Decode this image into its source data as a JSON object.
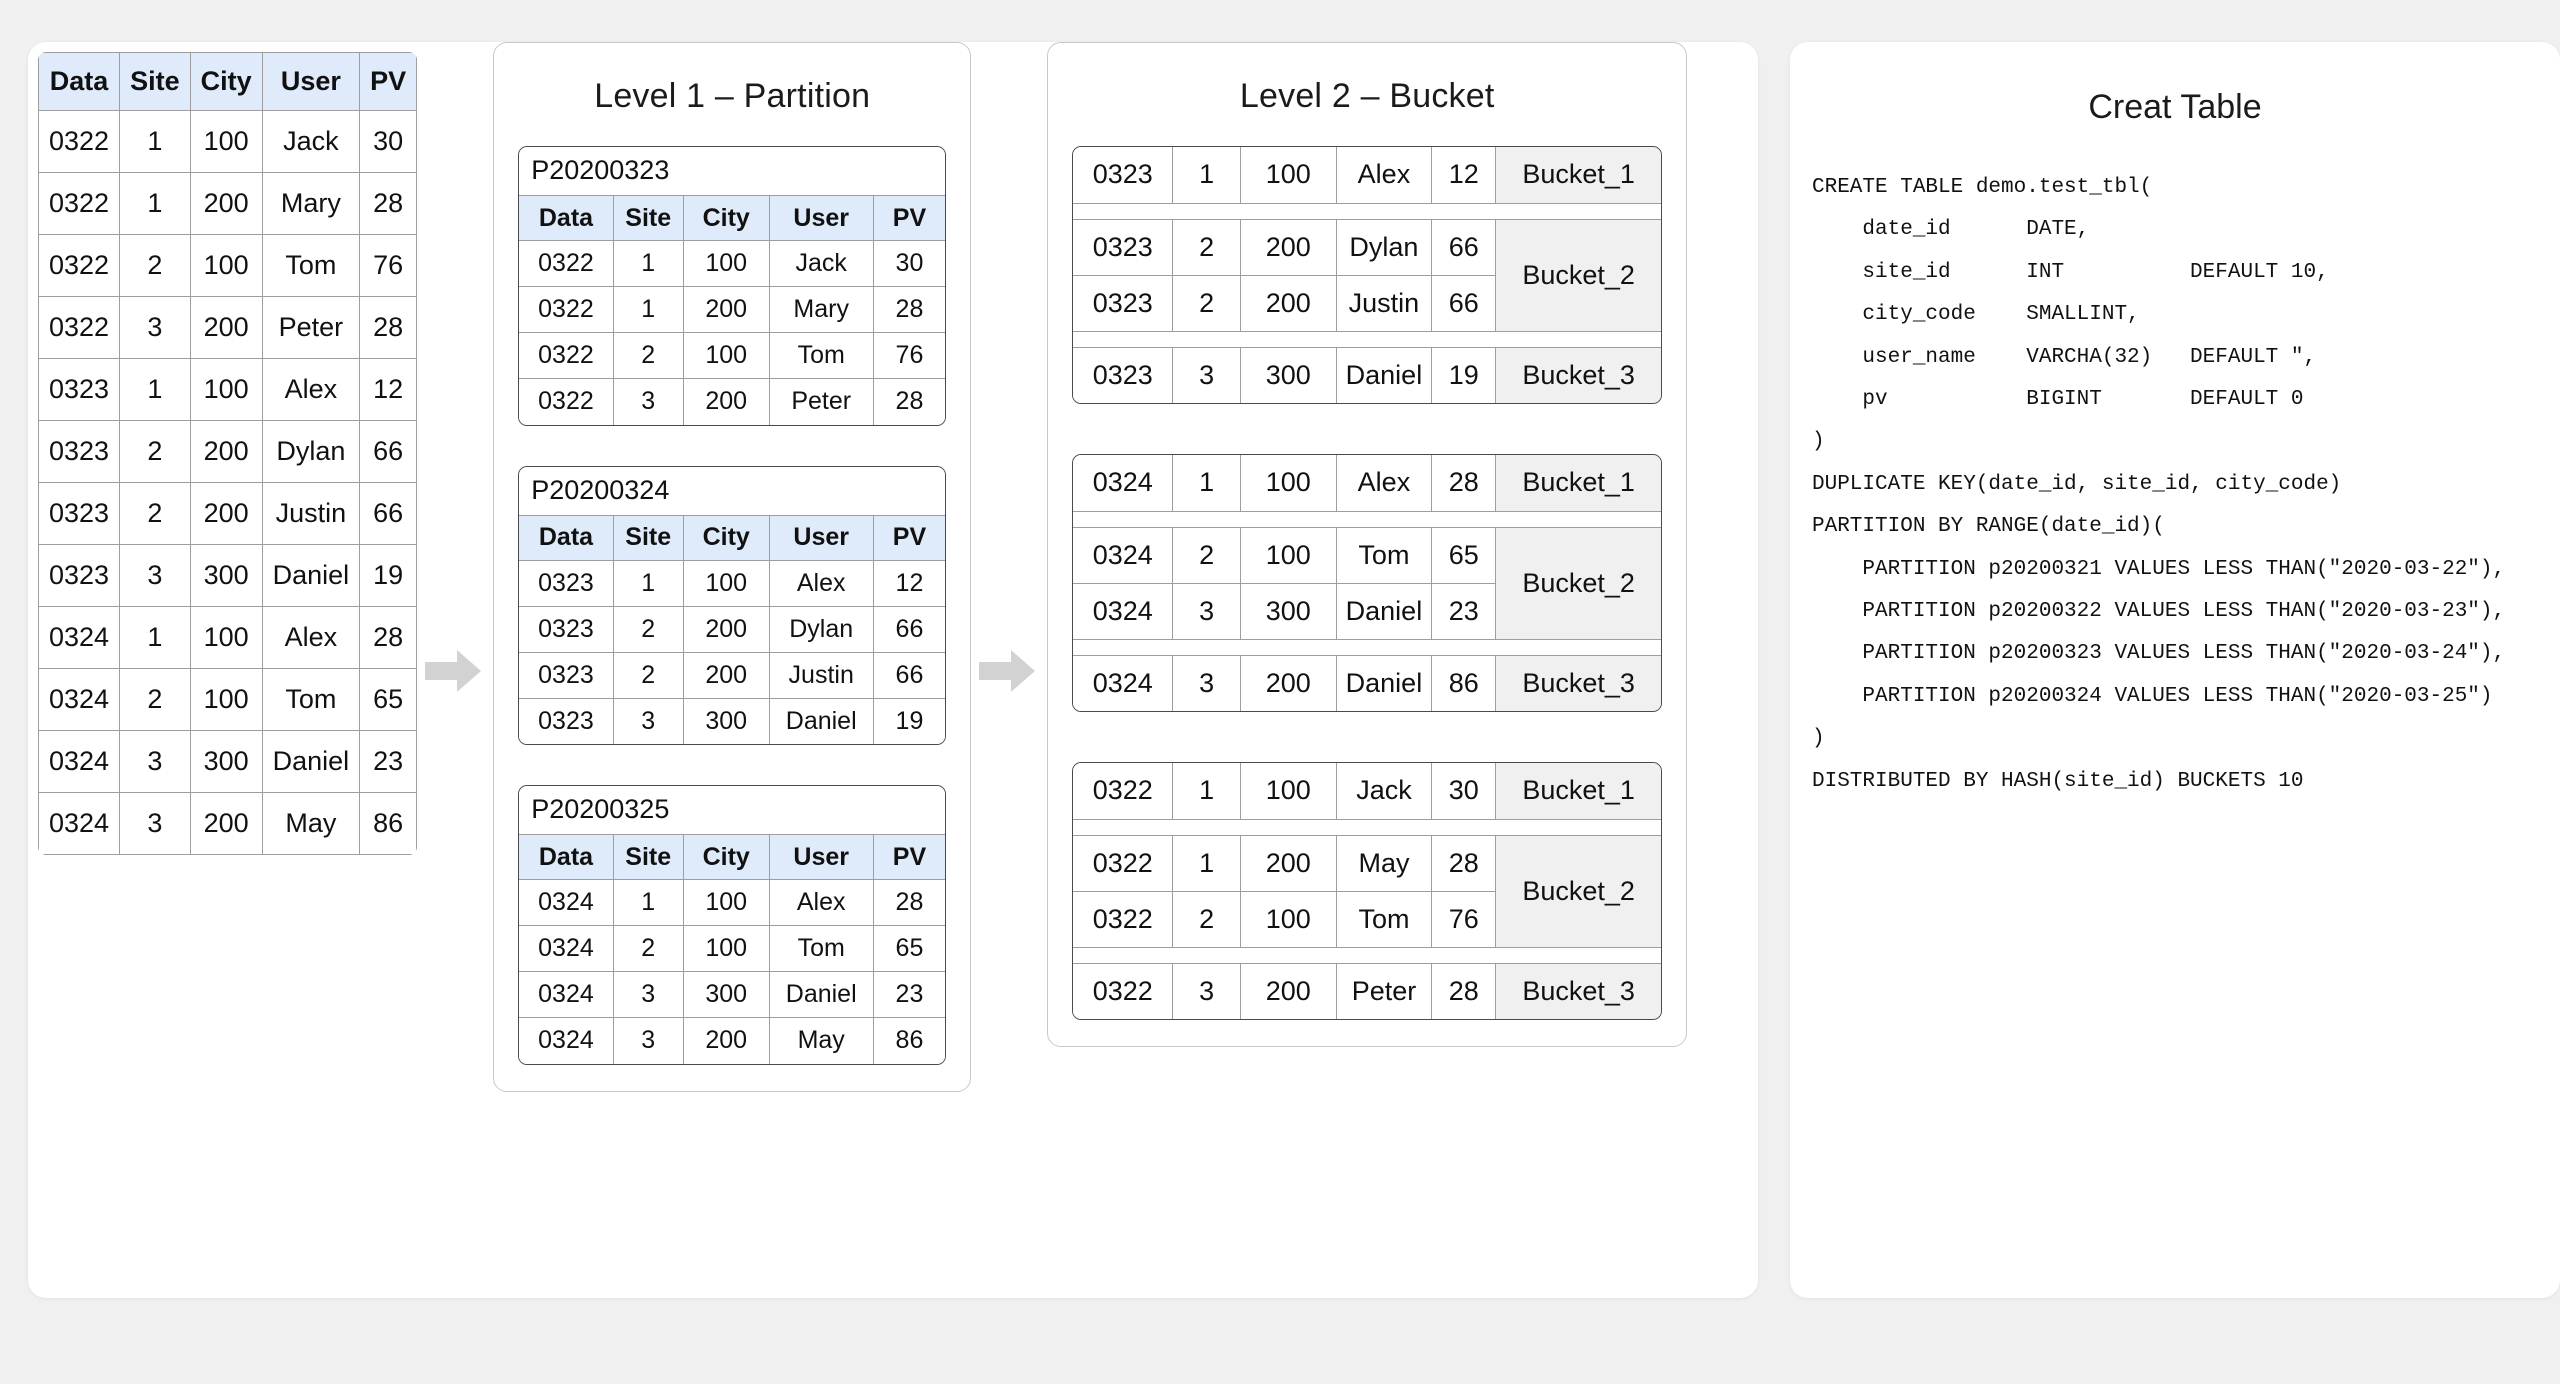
{
  "source_table": {
    "name": "source-data-table",
    "columns": [
      "Data",
      "Site",
      "City",
      "User",
      "PV"
    ],
    "rows": [
      [
        "0322",
        "1",
        "100",
        "Jack",
        "30"
      ],
      [
        "0322",
        "1",
        "200",
        "Mary",
        "28"
      ],
      [
        "0322",
        "2",
        "100",
        "Tom",
        "76"
      ],
      [
        "0322",
        "3",
        "200",
        "Peter",
        "28"
      ],
      [
        "0323",
        "1",
        "100",
        "Alex",
        "12"
      ],
      [
        "0323",
        "2",
        "200",
        "Dylan",
        "66"
      ],
      [
        "0323",
        "2",
        "200",
        "Justin",
        "66"
      ],
      [
        "0323",
        "3",
        "300",
        "Daniel",
        "19"
      ],
      [
        "0324",
        "1",
        "100",
        "Alex",
        "28"
      ],
      [
        "0324",
        "2",
        "100",
        "Tom",
        "65"
      ],
      [
        "0324",
        "3",
        "300",
        "Daniel",
        "23"
      ],
      [
        "0324",
        "3",
        "200",
        "May",
        "86"
      ]
    ]
  },
  "level1": {
    "title": "Level 1 – Partition",
    "columns": [
      "Data",
      "Site",
      "City",
      "User",
      "PV"
    ],
    "partitions": [
      {
        "name": "P20200323",
        "rows": [
          [
            "0322",
            "1",
            "100",
            "Jack",
            "30"
          ],
          [
            "0322",
            "1",
            "200",
            "Mary",
            "28"
          ],
          [
            "0322",
            "2",
            "100",
            "Tom",
            "76"
          ],
          [
            "0322",
            "3",
            "200",
            "Peter",
            "28"
          ]
        ]
      },
      {
        "name": "P20200324",
        "rows": [
          [
            "0323",
            "1",
            "100",
            "Alex",
            "12"
          ],
          [
            "0323",
            "2",
            "200",
            "Dylan",
            "66"
          ],
          [
            "0323",
            "2",
            "200",
            "Justin",
            "66"
          ],
          [
            "0323",
            "3",
            "300",
            "Daniel",
            "19"
          ]
        ]
      },
      {
        "name": "P20200325",
        "rows": [
          [
            "0324",
            "1",
            "100",
            "Alex",
            "28"
          ],
          [
            "0324",
            "2",
            "100",
            "Tom",
            "65"
          ],
          [
            "0324",
            "3",
            "300",
            "Daniel",
            "23"
          ],
          [
            "0324",
            "3",
            "200",
            "May",
            "86"
          ]
        ]
      }
    ]
  },
  "level2": {
    "title": "Level 2 – Bucket",
    "groups": [
      {
        "buckets": [
          {
            "label": "Bucket_1",
            "rows": [
              [
                "0323",
                "1",
                "100",
                "Alex",
                "12"
              ]
            ]
          },
          {
            "label": "Bucket_2",
            "rows": [
              [
                "0323",
                "2",
                "200",
                "Dylan",
                "66"
              ],
              [
                "0323",
                "2",
                "200",
                "Justin",
                "66"
              ]
            ]
          },
          {
            "label": "Bucket_3",
            "rows": [
              [
                "0323",
                "3",
                "300",
                "Daniel",
                "19"
              ]
            ]
          }
        ]
      },
      {
        "buckets": [
          {
            "label": "Bucket_1",
            "rows": [
              [
                "0324",
                "1",
                "100",
                "Alex",
                "28"
              ]
            ]
          },
          {
            "label": "Bucket_2",
            "rows": [
              [
                "0324",
                "2",
                "100",
                "Tom",
                "65"
              ],
              [
                "0324",
                "3",
                "300",
                "Daniel",
                "23"
              ]
            ]
          },
          {
            "label": "Bucket_3",
            "rows": [
              [
                "0324",
                "3",
                "200",
                "Daniel",
                "86"
              ]
            ]
          }
        ]
      },
      {
        "buckets": [
          {
            "label": "Bucket_1",
            "rows": [
              [
                "0322",
                "1",
                "100",
                "Jack",
                "30"
              ]
            ]
          },
          {
            "label": "Bucket_2",
            "rows": [
              [
                "0322",
                "1",
                "200",
                "May",
                "28"
              ],
              [
                "0322",
                "2",
                "100",
                "Tom",
                "76"
              ]
            ]
          },
          {
            "label": "Bucket_3",
            "rows": [
              [
                "0322",
                "3",
                "200",
                "Peter",
                "28"
              ]
            ]
          }
        ]
      }
    ]
  },
  "create_table": {
    "title": "Creat Table",
    "sql": "CREATE TABLE demo.test_tbl(\n    date_id      DATE,\n    site_id      INT          DEFAULT 10,\n    city_code    SMALLINT,\n    user_name    VARCHA(32)   DEFAULT \",\n    pv           BIGINT       DEFAULT 0\n)\nDUPLICATE KEY(date_id, site_id, city_code)\nPARTITION BY RANGE(date_id)(\n    PARTITION p20200321 VALUES LESS THAN(\"2020-03-22\"),\n    PARTITION p20200322 VALUES LESS THAN(\"2020-03-23\"),\n    PARTITION p20200323 VALUES LESS THAN(\"2020-03-24\"),\n    PARTITION p20200324 VALUES LESS THAN(\"2020-03-25\")\n)\nDISTRIBUTED BY HASH(site_id) BUCKETS 10"
  },
  "colors": {
    "header_blue": "#dfeafa",
    "bucket_grey": "#f0f0f0",
    "arrow_grey": "#d2d2d2",
    "page_bg": "#f0f0f0"
  }
}
